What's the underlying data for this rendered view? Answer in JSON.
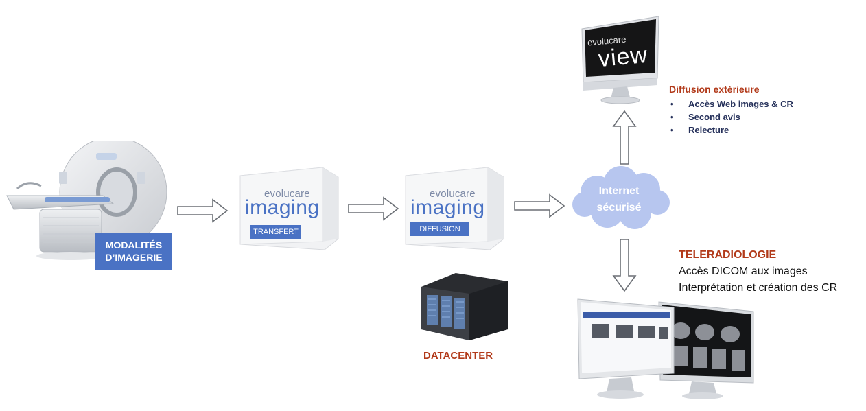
{
  "modality": {
    "label_line1": "MODALITÉS",
    "label_line2": "D’IMAGERIE"
  },
  "imaging_boxes": [
    {
      "brand_small": "evolucare",
      "brand_big": "imaging",
      "tag": "TRANSFERT"
    },
    {
      "brand_small": "evolucare",
      "brand_big": "imaging",
      "tag": "DIFFUSION"
    }
  ],
  "cloud": {
    "line1": "Internet",
    "line2": "sécurisé"
  },
  "view_monitor": {
    "brand_small": "evolucare",
    "brand_big": "view"
  },
  "diffusion_ext": {
    "title": "Diffusion extérieure",
    "items": [
      "Accès Web images & CR",
      "Second avis",
      "Relecture"
    ]
  },
  "teleradiologie": {
    "title": "TELERADIOLOGIE",
    "line1": "Accès DICOM aux images",
    "line2": "Interprétation et création des CR"
  },
  "datacenter": {
    "label": "DATACENTER"
  },
  "colors": {
    "accent_blue": "#4a72c4",
    "title_red": "#b23a1a",
    "navy": "#25305a",
    "cloud_blue": "#b7c6ef"
  }
}
